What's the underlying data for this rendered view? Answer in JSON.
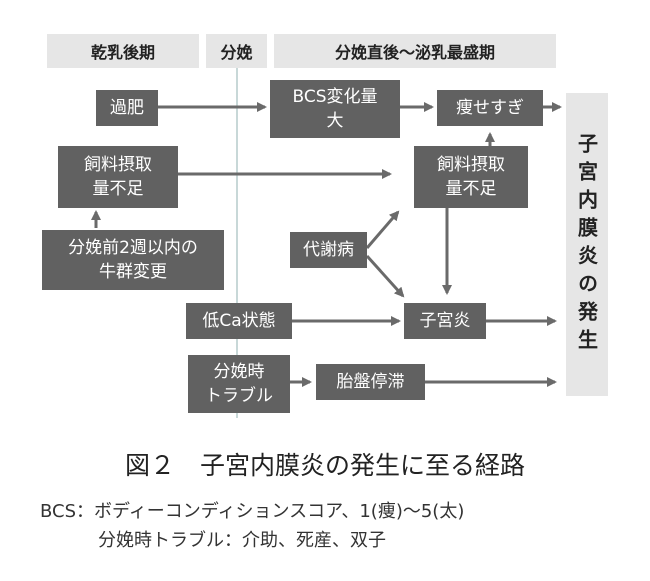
{
  "headers": [
    "乾乳後期",
    "分娩",
    "分娩直後～泌乳最盛期"
  ],
  "boxes": {
    "overweight": "過肥",
    "bcs_change": "BCS変化量\n大",
    "too_thin": "痩せすぎ",
    "feed_short_1": "飼料摂取\n量不足",
    "feed_short_2": "飼料摂取\n量不足",
    "herd_change": "分娩前2週以内の\n牛群変更",
    "metabolic": "代謝病",
    "low_ca": "低Ca状態",
    "uteritis": "子宮炎",
    "calving_trouble": "分娩時\nトラブル",
    "retained_placenta": "胎盤停滞"
  },
  "result": "子宮内膜炎の発生",
  "caption": "図２　子宮内膜炎の発生に至る経路",
  "notes": [
    "BCS：ボディーコンディションスコア、1(痩)～5(太)",
    "分娩時トラブル：介助、死産、双子"
  ],
  "colors": {
    "box": "#616161",
    "header": "#e6e6e6",
    "arrow": "#6a6a6a",
    "divider": "#c8d8d8"
  }
}
